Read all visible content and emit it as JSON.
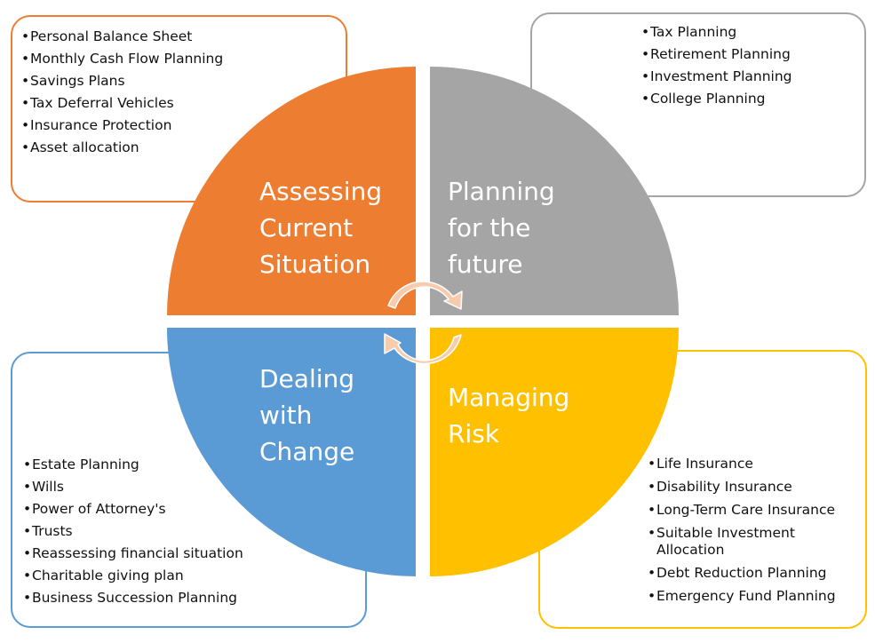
{
  "colors": {
    "assessing": "#ED7D31",
    "planning": "#A5A5A5",
    "managing": "#FFC000",
    "dealing": "#5B9BD5",
    "arrow": "#F8CBAD"
  },
  "quadrants": {
    "assessing": {
      "title": "Assessing\nCurrent\nSituation",
      "items": [
        "Personal Balance Sheet",
        "Monthly Cash Flow Planning",
        "Savings Plans",
        "Tax Deferral Vehicles",
        "Insurance Protection",
        "Asset allocation"
      ]
    },
    "planning": {
      "title": "Planning\nfor the\nfuture",
      "items": [
        "Tax Planning",
        "Retirement Planning",
        "Investment Planning",
        "College Planning"
      ]
    },
    "dealing": {
      "title": "Dealing\nwith\nChange",
      "items": [
        "Estate Planning",
        "Wills",
        "Power of Attorney's",
        "Trusts",
        "Reassessing financial situation",
        "Charitable giving plan",
        "Business Succession Planning"
      ]
    },
    "managing": {
      "title": "Managing\nRisk",
      "items": [
        "Life Insurance",
        "Disability Insurance",
        "Long-Term Care Insurance",
        "Suitable Investment Allocation",
        "Debt Reduction Planning",
        "Emergency Fund Planning"
      ]
    }
  }
}
